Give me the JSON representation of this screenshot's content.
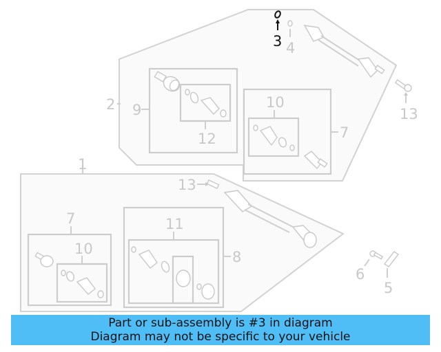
{
  "diagram": {
    "highlighted_part": "3",
    "callouts": [
      {
        "id": "1",
        "label": "1"
      },
      {
        "id": "2",
        "label": "2"
      },
      {
        "id": "3",
        "label": "3"
      },
      {
        "id": "4",
        "label": "4"
      },
      {
        "id": "5",
        "label": "5"
      },
      {
        "id": "6",
        "label": "6"
      },
      {
        "id": "7a",
        "label": "7"
      },
      {
        "id": "7b",
        "label": "7"
      },
      {
        "id": "8",
        "label": "8"
      },
      {
        "id": "9",
        "label": "9"
      },
      {
        "id": "10a",
        "label": "10"
      },
      {
        "id": "10b",
        "label": "10"
      },
      {
        "id": "11",
        "label": "11"
      },
      {
        "id": "12",
        "label": "12"
      },
      {
        "id": "13a",
        "label": "13"
      },
      {
        "id": "13b",
        "label": "13"
      }
    ],
    "colors": {
      "highlight": "#111111",
      "muted": "#c8c8c8",
      "banner_bg": "#4fbdf6"
    }
  },
  "banner": {
    "line1": "Part or sub-assembly is #3 in diagram",
    "line2": "Diagram may not be specific to your vehicle"
  }
}
